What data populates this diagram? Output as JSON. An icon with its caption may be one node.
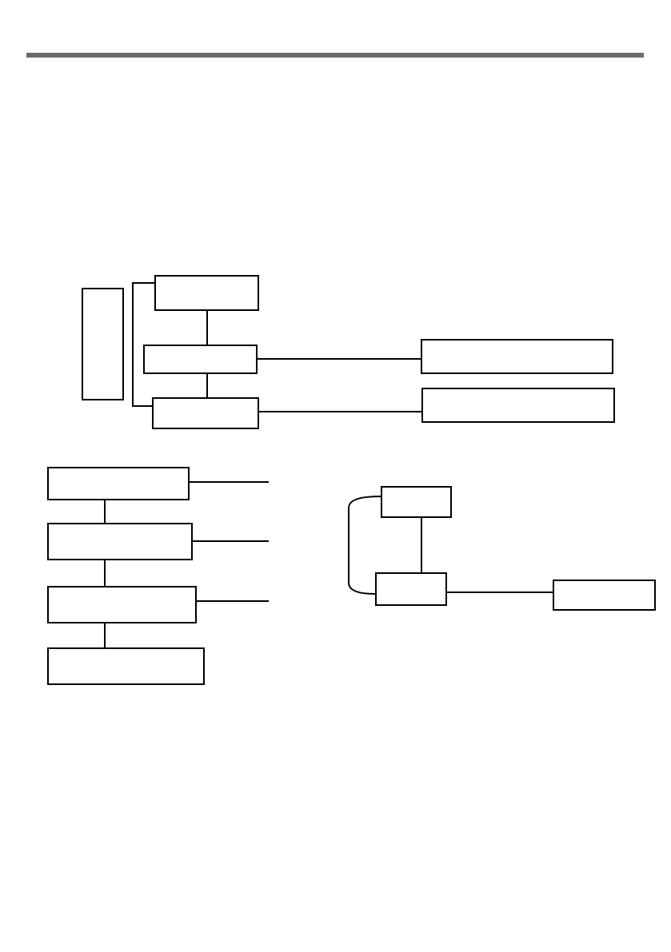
{
  "diagram": {
    "nodes": [
      {
        "text": [],
        "shape": "box"
      },
      {
        "text": [],
        "shape": "box"
      },
      {
        "text": [],
        "shape": "box"
      },
      {
        "text": [],
        "shape": "box"
      },
      {
        "text": [],
        "shape": "box"
      },
      {
        "text": [],
        "shape": "box"
      },
      {
        "text": [],
        "shape": "box"
      },
      {
        "text": [],
        "shape": "box"
      },
      {
        "text": [],
        "shape": "box"
      },
      {
        "text": [],
        "shape": "box"
      },
      {
        "text": [],
        "shape": "box"
      },
      {
        "text": [],
        "shape": "box"
      },
      {
        "text": [],
        "shape": "box"
      }
    ],
    "edges": [
      {
        "from": 1,
        "to": 4,
        "arrow": "none"
      },
      {
        "from": 1,
        "to": 2,
        "arrow": "none"
      },
      {
        "from": 2,
        "to": 3,
        "arrow": "none"
      },
      {
        "from": 2,
        "to": 4,
        "arrow": "none"
      },
      {
        "from": 4,
        "to": 5,
        "arrow": "none"
      },
      {
        "from": 6,
        "to": 7,
        "arrow": "none"
      },
      {
        "from": 6,
        "to": null,
        "arrow": "none"
      },
      {
        "from": 7,
        "to": 9,
        "arrow": "none"
      },
      {
        "from": 7,
        "to": null,
        "arrow": "none"
      },
      {
        "from": 9,
        "to": 12,
        "arrow": "none"
      },
      {
        "from": 9,
        "to": null,
        "arrow": "none"
      },
      {
        "from": 8,
        "to": 10,
        "arrow": "none"
      },
      {
        "from": 8,
        "to": 10,
        "arrow": "none"
      },
      {
        "from": 10,
        "to": 11,
        "arrow": "none"
      }
    ]
  }
}
